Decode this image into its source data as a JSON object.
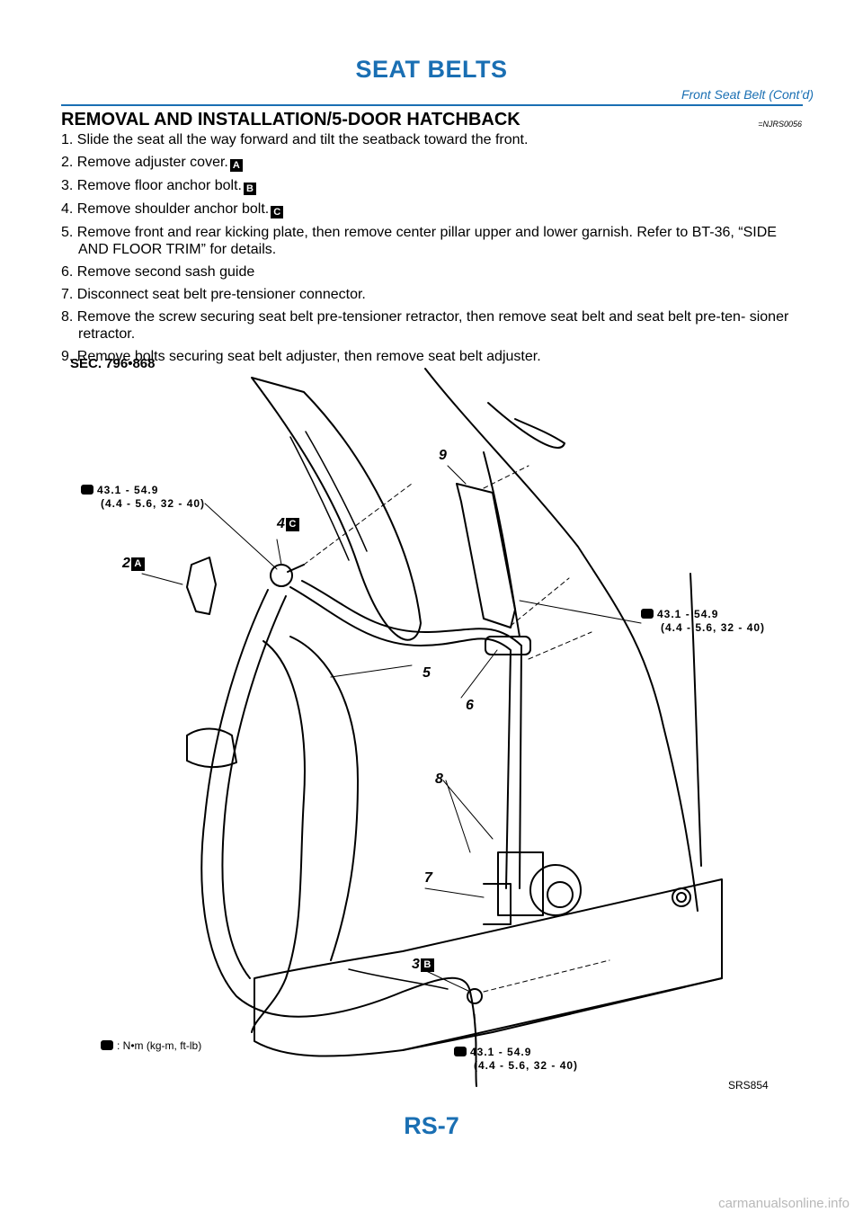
{
  "header": {
    "title": "SEAT BELTS",
    "subtitle": "Front Seat Belt (Cont’d)"
  },
  "section": {
    "heading": "REMOVAL AND INSTALLATION/5-DOOR HATCHBACK",
    "code": "=NJRS0056"
  },
  "steps": [
    {
      "text": "1. Slide the seat all the way forward and tilt the seatback toward the front.",
      "ref": ""
    },
    {
      "text": "2. Remove adjuster cover.",
      "ref": "A"
    },
    {
      "text": "3. Remove floor anchor bolt.",
      "ref": "B"
    },
    {
      "text": "4. Remove shoulder anchor bolt.",
      "ref": "C"
    },
    {
      "text": "5. Remove front and rear kicking plate, then remove center pillar upper and lower garnish. Refer to BT-36, “SIDE AND FLOOR TRIM” for details.",
      "ref": ""
    },
    {
      "text": "6. Remove second sash guide",
      "ref": ""
    },
    {
      "text": "7. Disconnect seat belt pre-tensioner connector.",
      "ref": ""
    },
    {
      "text": "8. Remove the screw securing seat belt pre-tensioner retractor, then remove seat belt and seat belt pre-ten- sioner retractor.",
      "ref": ""
    },
    {
      "text": "9. Remove bolts securing seat belt adjuster, then remove seat belt adjuster.",
      "ref": ""
    }
  ],
  "figure": {
    "section_label": "SEC. 796•868",
    "torques": {
      "upper_left": {
        "line1": "43.1 - 54.9",
        "line2": "(4.4 - 5.6, 32 - 40)"
      },
      "right": {
        "line1": "43.1 - 54.9",
        "line2": "(4.4 - 5.6, 32 - 40)"
      },
      "bottom": {
        "line1": "43.1 - 54.9",
        "line2": "(4.4 - 5.6, 32 - 40)"
      }
    },
    "legend": ": N•m (kg-m, ft-lb)",
    "id": "SRS854",
    "callouts": {
      "c2": {
        "num": "2",
        "box": "A"
      },
      "c3": {
        "num": "3",
        "box": "B"
      },
      "c4": {
        "num": "4",
        "box": "C"
      },
      "c5": {
        "num": "5"
      },
      "c6": {
        "num": "6"
      },
      "c7": {
        "num": "7"
      },
      "c8": {
        "num": "8"
      },
      "c9": {
        "num": "9"
      }
    },
    "icons": [
      "torque-wrench-icon"
    ]
  },
  "footer": {
    "page": "RS-7"
  },
  "watermark": "carmanualsonline.info",
  "colors": {
    "accent": "#1a6fb3",
    "ink": "#000000",
    "watermark": "#b8b8b8"
  }
}
